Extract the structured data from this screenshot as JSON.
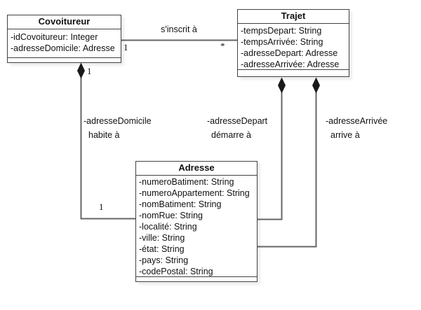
{
  "diagram": {
    "type": "uml-class-diagram",
    "classes": [
      {
        "name": "Covoitureur",
        "attributes": [
          "-idCovoitureur: Integer",
          "-adresseDomicile: Adresse"
        ]
      },
      {
        "name": "Trajet",
        "attributes": [
          "-tempsDepart: String",
          "-tempsArrivée: String",
          "-adresseDepart: Adresse",
          "-adresseArrivée: Adresse"
        ]
      },
      {
        "name": "Adresse",
        "attributes": [
          "-numeroBatiment: String",
          "-numeroAppartement: String",
          "-nomBatiment: String",
          "-nomRue: String",
          "-localité: String",
          "-ville: String",
          "-état: String",
          "-pays: String",
          "-codePostal: String"
        ]
      }
    ],
    "associations": [
      {
        "name": "s'inscrit à",
        "from": "Covoitureur",
        "to": "Trajet",
        "kind": "association",
        "from_multiplicity": "1",
        "to_multiplicity": "*"
      },
      {
        "role": "-adresseDomicile",
        "name": "habite à",
        "from": "Covoitureur",
        "to": "Adresse",
        "kind": "composition",
        "from_multiplicity": "1",
        "to_multiplicity": "1"
      },
      {
        "role": "-adresseDepart",
        "name": "démarre à",
        "from": "Trajet",
        "to": "Adresse",
        "kind": "composition"
      },
      {
        "role": "-adresseArrivée",
        "name": "arrive à",
        "from": "Trajet",
        "to": "Adresse",
        "kind": "composition"
      }
    ],
    "colors": {
      "background": "#ffffff",
      "box_fill": "#ffffff",
      "box_border": "#424242",
      "connector": "#666666",
      "diamond_fill": "#1a1a1a",
      "text": "#111111"
    }
  }
}
